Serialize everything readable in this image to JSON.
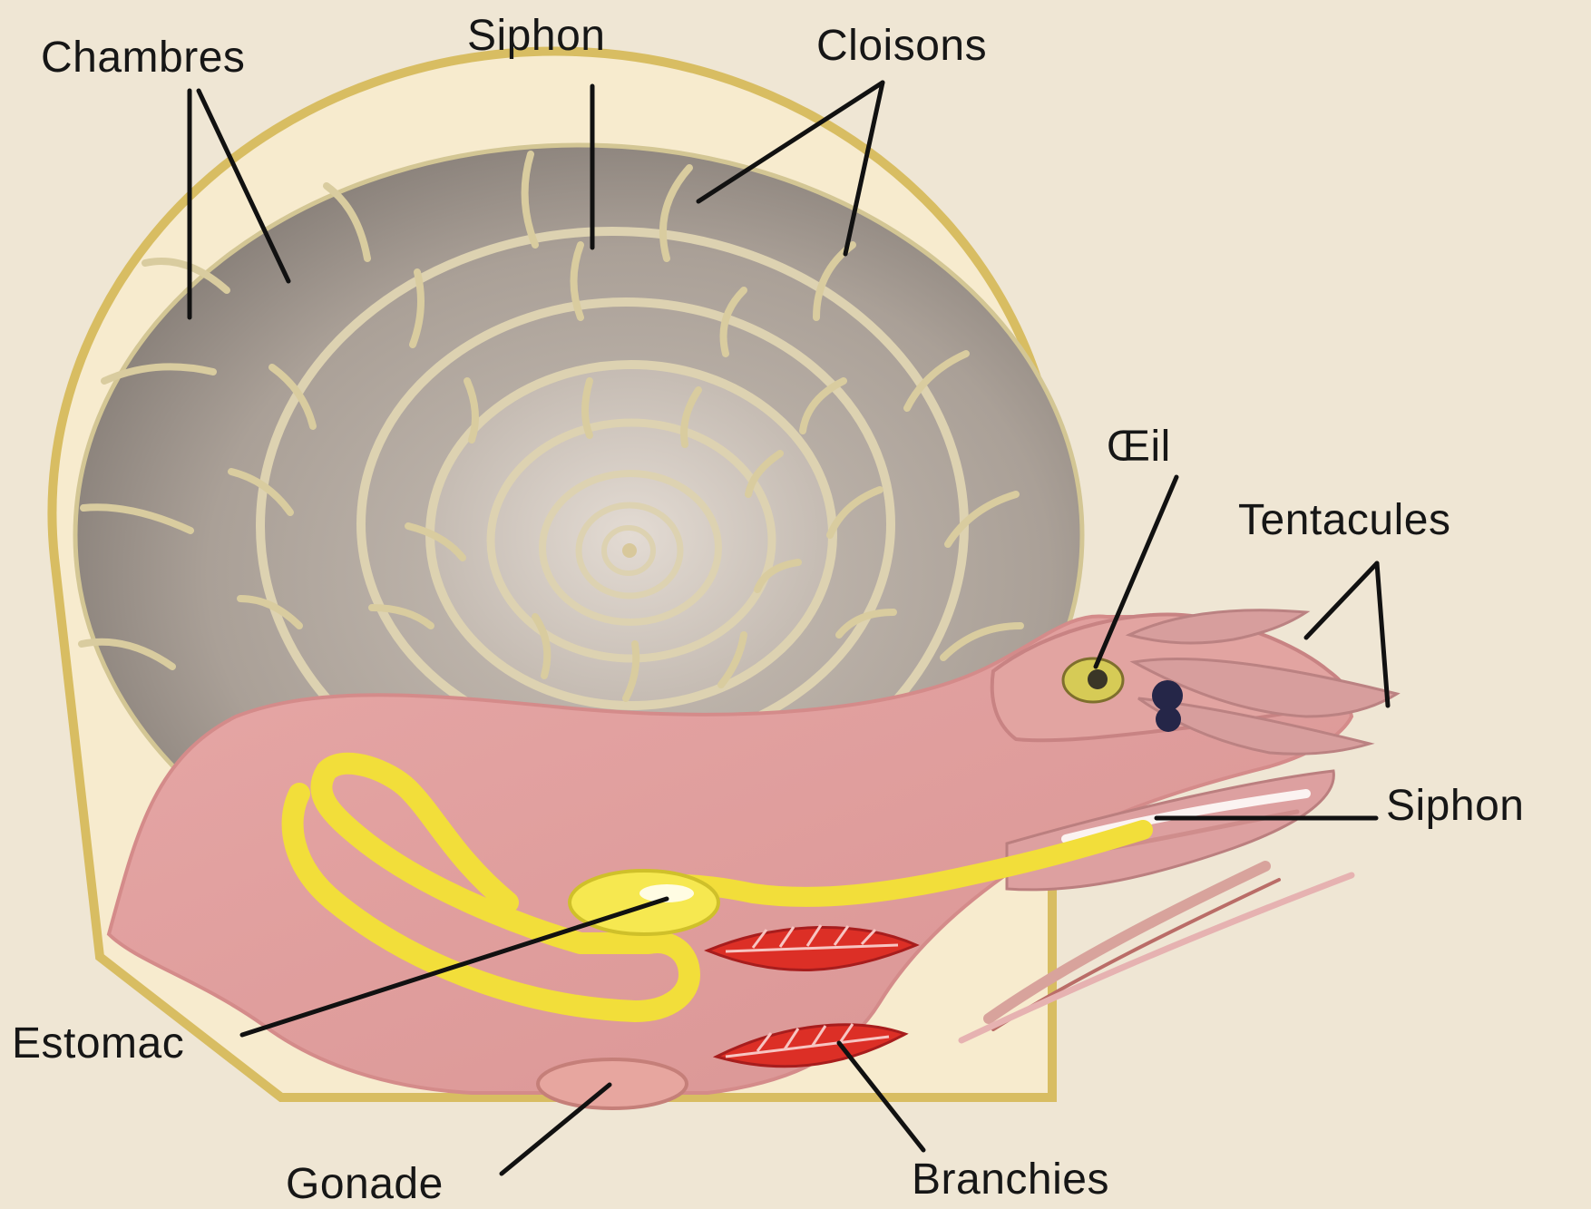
{
  "labels": {
    "chambres": "Chambres",
    "siphon_top": "Siphon",
    "cloisons": "Cloisons",
    "oeil": "Œil",
    "tentacules": "Tentacules",
    "siphon_right": "Siphon",
    "estomac": "Estomac",
    "gonade": "Gonade",
    "branchies": "Branchies"
  },
  "colors": {
    "background": "#efe6d4",
    "shell_outer": "#6e6661",
    "shell_inner": "#a59b92",
    "septa": "#d8c89b",
    "body": "#e8a8a8",
    "digestive_tract": "#f2de3a",
    "gills": "#dc2f26",
    "eye": "#d6cb56",
    "leader_lines": "#111111"
  }
}
